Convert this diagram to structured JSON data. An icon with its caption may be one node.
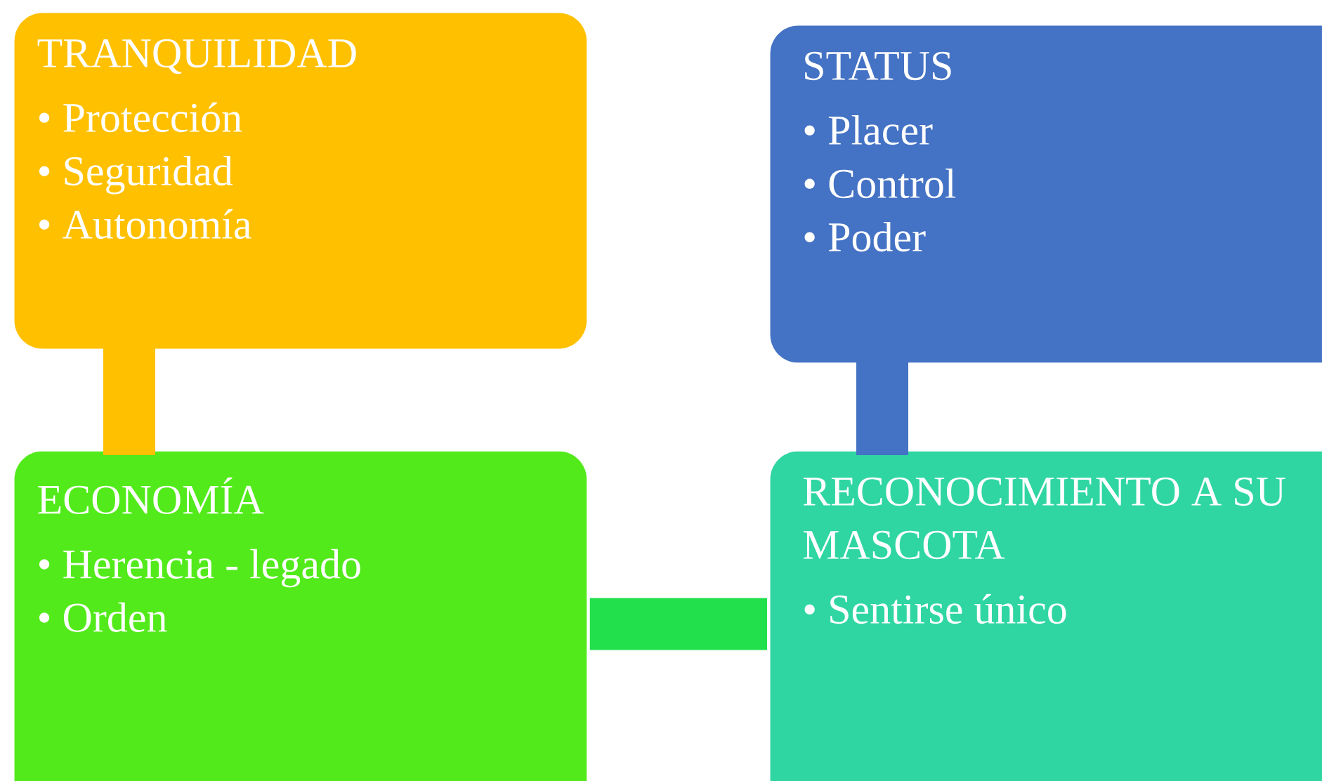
{
  "diagram": {
    "nodes": [
      {
        "text": [
          "TRANQUILIDAD",
          "• Protección",
          "• Seguridad",
          "• Autonomía"
        ]
      },
      {
        "text": [
          "STATUS",
          "• Placer",
          "• Control",
          "• Poder"
        ]
      },
      {
        "text": [
          "ECONOMÍA",
          "• Herencia - legado",
          "• Orden"
        ]
      },
      {
        "text": [
          "RECONOCIMIENTO A SU MASCOTA",
          "• Sentirse único"
        ]
      }
    ],
    "edges": [
      {
        "from": 0,
        "to": 2,
        "arrow": "none",
        "color": "#ffc000"
      },
      {
        "from": 1,
        "to": 3,
        "arrow": "none",
        "color": "#4472c4"
      },
      {
        "from": 2,
        "to": 3,
        "arrow": "none",
        "color": "#22e04c"
      }
    ]
  }
}
